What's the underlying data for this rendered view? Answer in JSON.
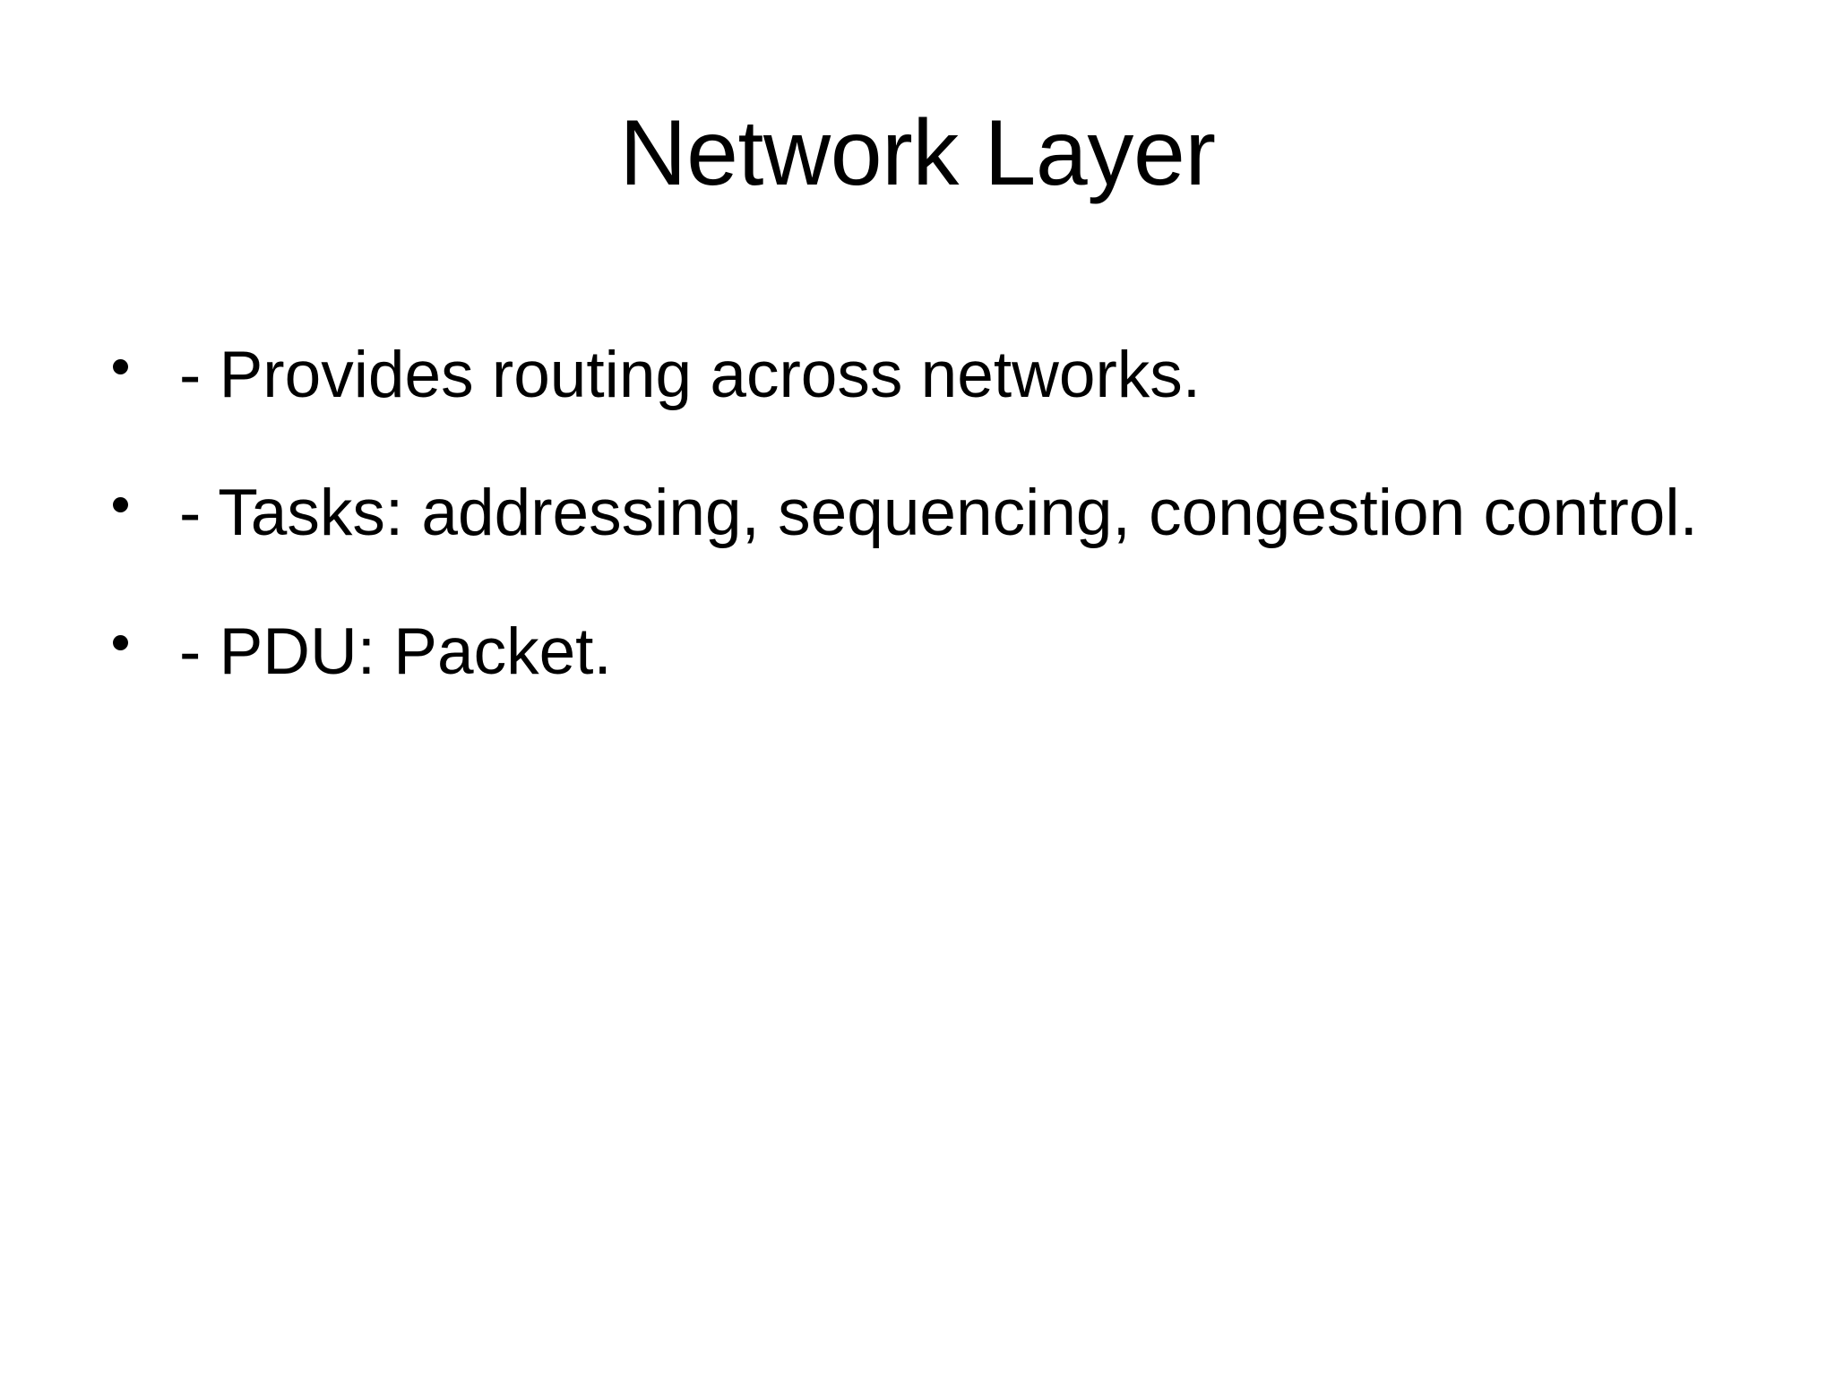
{
  "slide": {
    "background_color": "#ffffff",
    "text_color": "#000000",
    "title": "Network Layer",
    "bullet_marker": "filled-round-bullet",
    "body": {
      "bullets": [
        {
          "text": "- Provides routing across networks."
        },
        {
          "text": "- Tasks: addressing, sequencing, congestion control."
        },
        {
          "text": "- PDU: Packet."
        }
      ]
    }
  }
}
